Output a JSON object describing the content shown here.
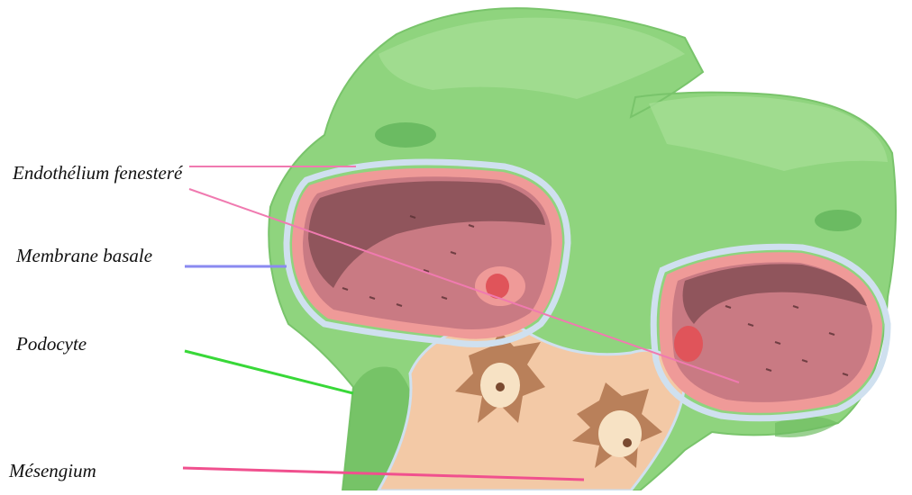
{
  "labels": {
    "endothelium": "Endothélium fenesteré",
    "membrane": "Membrane basale",
    "podocyte": "Podocyte",
    "mesangium": "Mésengium"
  },
  "colors": {
    "endothelium_line": "#f07ab0",
    "membrane_line": "#8a8af0",
    "podocyte_line": "#38d838",
    "mesangium_line": "#f0508e",
    "podocyte_tissue": "#8fd47e",
    "podocyte_dark": "#5fb35a",
    "basement_membrane": "#cfe0ef",
    "endothelial_rim": "#ef9a98",
    "capillary_lumen": "#c97a83",
    "mesangial_matrix": "#f3c9a6",
    "mesangial_cell": "#b9805a",
    "nucleus": "#f7e2c4"
  }
}
